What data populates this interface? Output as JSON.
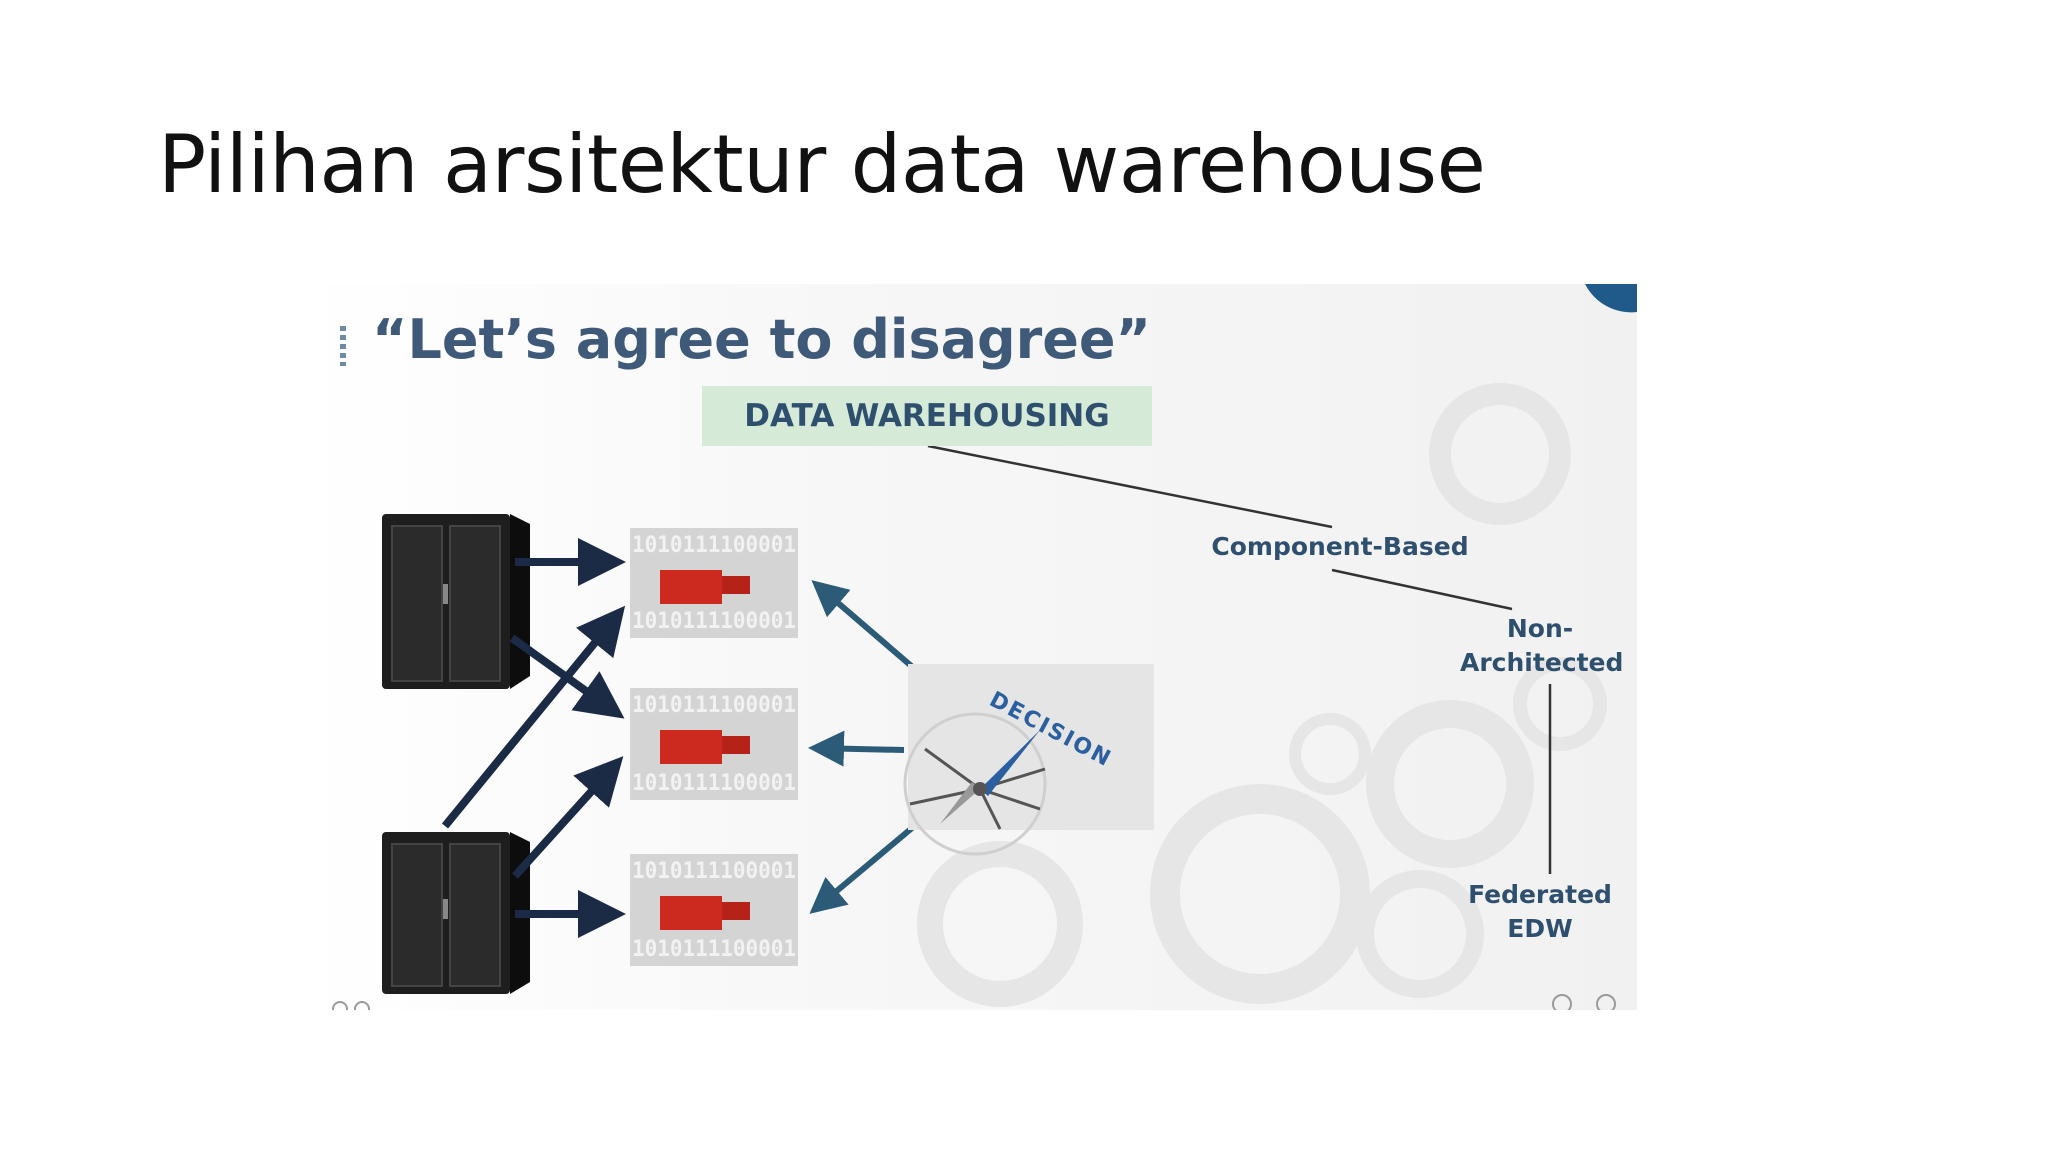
{
  "slide": {
    "title": "Pilihan arsitektur data warehouse"
  },
  "embedded_slide": {
    "quote": "“Let’s agree to disagree”",
    "banner": "DATA WAREHOUSING",
    "decision_label": "DECISION",
    "binary_text": "1010111100001",
    "tree": {
      "component_based": "Component-Based",
      "non_architected_1": "Non-",
      "non_architected_2": "Architected",
      "federated_1": "Federated",
      "federated_2": "EDW"
    }
  },
  "colors": {
    "title": "#111111",
    "heading_blue": "#3e5a78",
    "arrow_navy": "#1b2b45",
    "arrow_teal": "#2c5b78",
    "banner_green": "#d6ead8",
    "binary_red": "#cc2a1e"
  }
}
